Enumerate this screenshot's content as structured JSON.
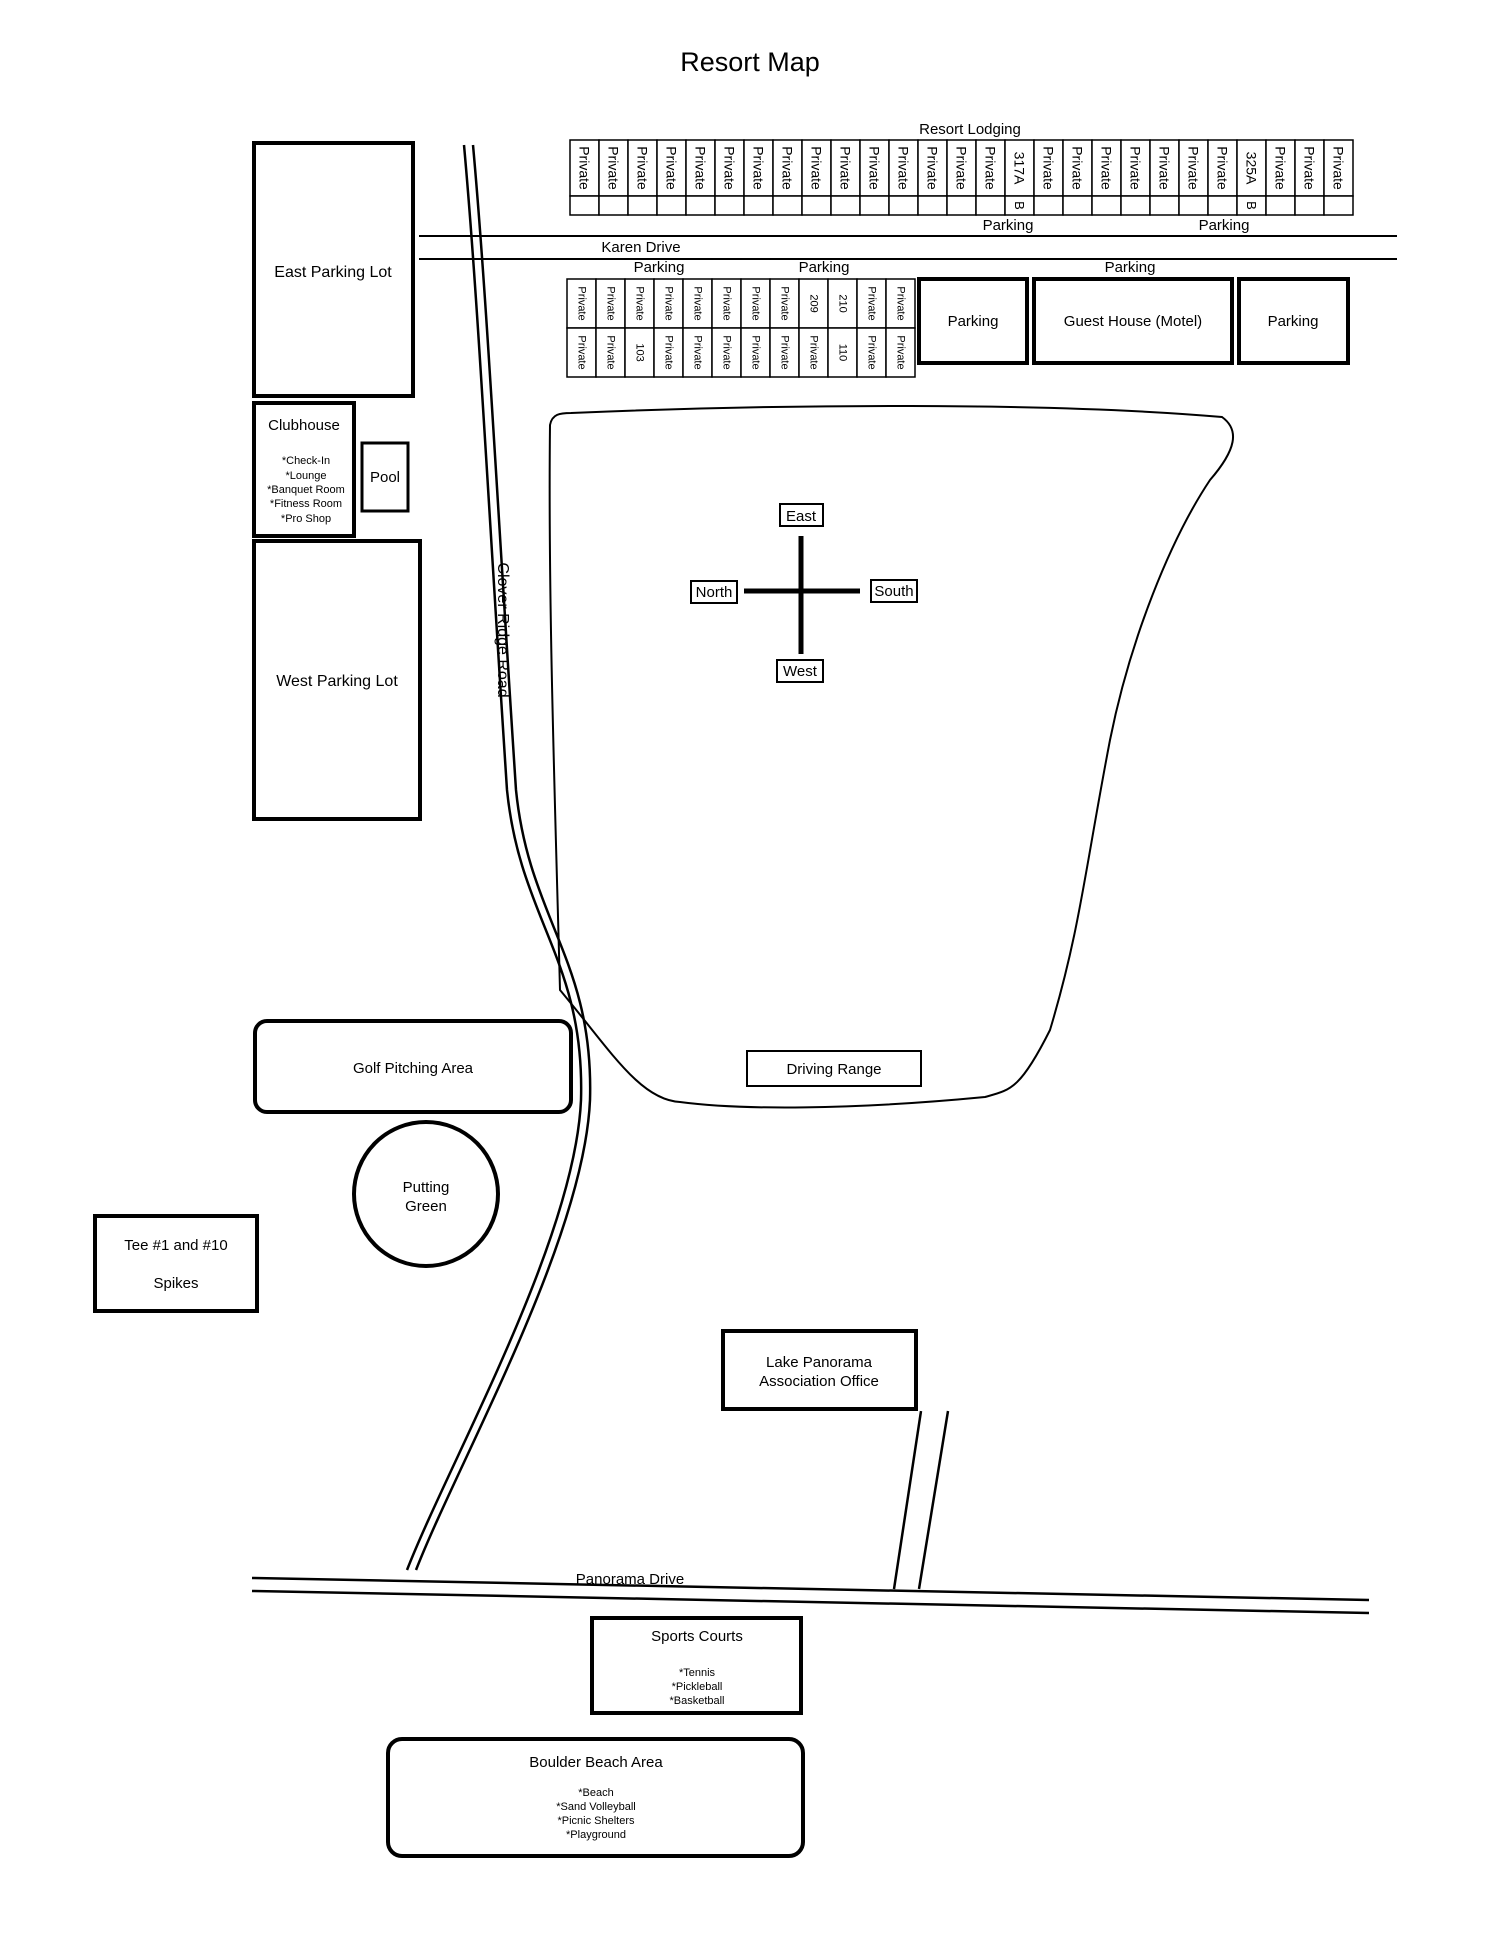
{
  "title": "Resort Map",
  "lodging": {
    "label": "Resort Lodging",
    "north_row": [
      {
        "top": "Private",
        "bottom": ""
      },
      {
        "top": "Private",
        "bottom": ""
      },
      {
        "top": "Private",
        "bottom": ""
      },
      {
        "top": "Private",
        "bottom": ""
      },
      {
        "top": "Private",
        "bottom": ""
      },
      {
        "top": "Private",
        "bottom": ""
      },
      {
        "top": "Private",
        "bottom": ""
      },
      {
        "top": "Private",
        "bottom": ""
      },
      {
        "top": "Private",
        "bottom": ""
      },
      {
        "top": "Private",
        "bottom": ""
      },
      {
        "top": "Private",
        "bottom": ""
      },
      {
        "top": "Private",
        "bottom": ""
      },
      {
        "top": "Private",
        "bottom": ""
      },
      {
        "top": "Private",
        "bottom": ""
      },
      {
        "top": "Private",
        "bottom": ""
      },
      {
        "top": "317A",
        "bottom": "B"
      },
      {
        "top": "Private",
        "bottom": ""
      },
      {
        "top": "Private",
        "bottom": ""
      },
      {
        "top": "Private",
        "bottom": ""
      },
      {
        "top": "Private",
        "bottom": ""
      },
      {
        "top": "Private",
        "bottom": ""
      },
      {
        "top": "Private",
        "bottom": ""
      },
      {
        "top": "Private",
        "bottom": ""
      },
      {
        "top": "325A",
        "bottom": "B"
      },
      {
        "top": "Private",
        "bottom": ""
      },
      {
        "top": "Private",
        "bottom": ""
      },
      {
        "top": "Private",
        "bottom": ""
      }
    ],
    "south_row": [
      {
        "top": "Private",
        "bottom": "Private"
      },
      {
        "top": "Private",
        "bottom": "Private"
      },
      {
        "top": "Private",
        "bottom": "103"
      },
      {
        "top": "Private",
        "bottom": "Private"
      },
      {
        "top": "Private",
        "bottom": "Private"
      },
      {
        "top": "Private",
        "bottom": "Private"
      },
      {
        "top": "Private",
        "bottom": "Private"
      },
      {
        "top": "Private",
        "bottom": "Private"
      },
      {
        "top": "209",
        "bottom": "Private"
      },
      {
        "top": "210",
        "bottom": "110"
      },
      {
        "top": "Private",
        "bottom": "Private"
      },
      {
        "top": "Private",
        "bottom": "Private"
      }
    ]
  },
  "roads": {
    "karen": "Karen Drive",
    "clover": "Clover Ridge Road",
    "panorama": "Panorama Drive"
  },
  "parking_labels": {
    "north_1": "Parking",
    "north_2": "Parking",
    "south_1": "Parking",
    "south_2": "Parking",
    "south_3": "Parking"
  },
  "buildings": {
    "parking_west": "Parking",
    "guest_house": "Guest House (Motel)",
    "parking_east": "Parking",
    "east_lot": "East Parking Lot",
    "west_lot": "West Parking Lot",
    "pool": "Pool",
    "clubhouse": {
      "title": "Clubhouse",
      "items": [
        "*Check-In",
        "*Lounge",
        "*Banquet Room",
        "*Fitness Room",
        "*Pro Shop"
      ]
    },
    "golf_pitching": "Golf Pitching Area",
    "putting_green": [
      "Putting",
      "Green"
    ],
    "tee": {
      "line1": "Tee #1 and #10",
      "line2": "Spikes"
    },
    "lake_office": [
      "Lake Panorama",
      "Association Office"
    ],
    "driving_range": "Driving Range",
    "sports_courts": {
      "title": "Sports Courts",
      "items": [
        "*Tennis",
        "*Pickleball",
        "*Basketball"
      ]
    },
    "boulder_beach": {
      "title": "Boulder Beach Area",
      "items": [
        "*Beach",
        "*Sand Volleyball",
        "*Picnic Shelters",
        "*Playground"
      ]
    }
  },
  "compass": {
    "east": "East",
    "north": "North",
    "south": "South",
    "west": "West"
  }
}
